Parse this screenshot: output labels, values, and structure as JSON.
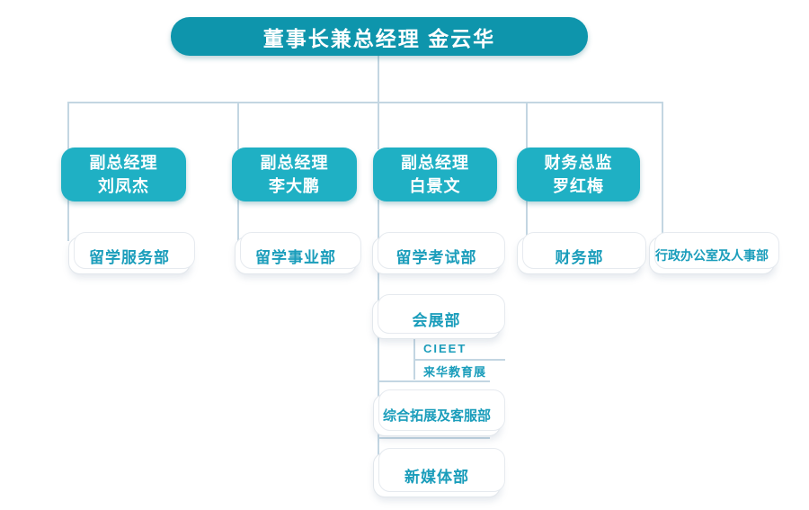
{
  "palette": {
    "root_fill": "#0e95ac",
    "exec_fill": "#1fb0c4",
    "node_text": "#ffffff",
    "dept_text": "#1a9dbb",
    "connector_line": "#c3d6e2",
    "card_border": "#e2e7ec"
  },
  "root": {
    "label": "董事长兼总经理  金云华"
  },
  "executives": [
    {
      "title": "副总经理",
      "name": "刘凤杰"
    },
    {
      "title": "副总经理",
      "name": "李大鹏"
    },
    {
      "title": "副总经理",
      "name": "白景文"
    },
    {
      "title": "财务总监",
      "name": "罗红梅"
    }
  ],
  "departments": [
    {
      "label": "留学服务部"
    },
    {
      "label": "留学事业部"
    },
    {
      "label": "留学考试部"
    },
    {
      "label": "财务部"
    },
    {
      "label": "行政办公室及人事部"
    }
  ],
  "exam_sub_departments": [
    {
      "label": "会展部"
    },
    {
      "label": "综合拓展及客服部"
    },
    {
      "label": "新媒体部"
    }
  ],
  "exhibition_note": {
    "line1": "CIEET",
    "line2": "来华教育展"
  }
}
